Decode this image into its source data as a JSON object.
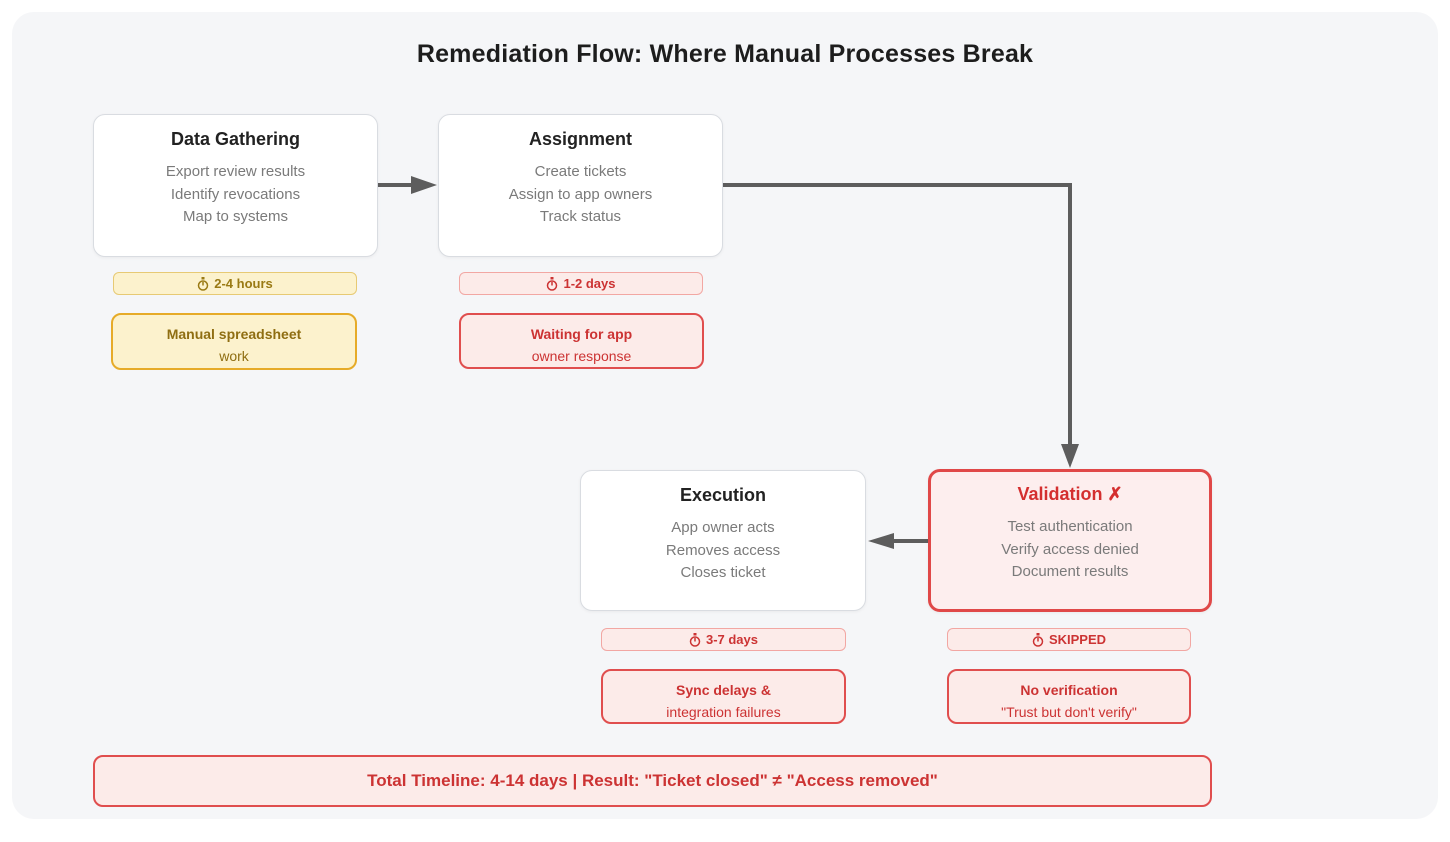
{
  "title": "Remediation Flow: Where Manual Processes Break",
  "nodes": [
    {
      "title": "Data Gathering",
      "lines": [
        "Export review results",
        "Identify revocations",
        "Map to systems"
      ]
    },
    {
      "title": "Assignment",
      "lines": [
        "Create tickets",
        "Assign to app owners",
        "Track status"
      ]
    },
    {
      "title": "Execution",
      "lines": [
        "App owner acts",
        "Removes access",
        "Closes ticket"
      ]
    },
    {
      "title": "Validation ✗",
      "lines": [
        "Test authentication",
        "Verify access denied",
        "Document results"
      ]
    }
  ],
  "badges": [
    {
      "label": "2-4 hours",
      "icon": "stopwatch",
      "severity": "warn"
    },
    {
      "label": "1-2 days",
      "icon": "stopwatch",
      "severity": "alert"
    },
    {
      "label": "3-7 days",
      "icon": "stopwatch",
      "severity": "alert"
    },
    {
      "label": "SKIPPED",
      "icon": "stopwatch",
      "severity": "alert"
    }
  ],
  "notes": [
    {
      "line1": "Manual spreadsheet",
      "line2": "work",
      "severity": "warn"
    },
    {
      "line1": "Waiting for app",
      "line2": "owner response",
      "severity": "alert"
    },
    {
      "line1": "Sync delays &",
      "line2": "integration failures",
      "severity": "alert"
    },
    {
      "line1": "No verification",
      "line2": "\"Trust but don't verify\"",
      "severity": "alert"
    }
  ],
  "banner": {
    "text": "Total Timeline: 4-14 days | Result: \"Ticket closed\" ≠ \"Access removed\""
  },
  "colors": {
    "card_bg": "#f5f6f8",
    "arrow": "#5d5d5d",
    "warn_bg": "#fcf2cd",
    "warn_border": "#e6ab28",
    "warn_text": "#8f6e12",
    "alert_bg": "#fcebe9",
    "alert_border": "#e04e4e",
    "alert_text": "#cc3333",
    "node_border": "#d9dce1"
  }
}
